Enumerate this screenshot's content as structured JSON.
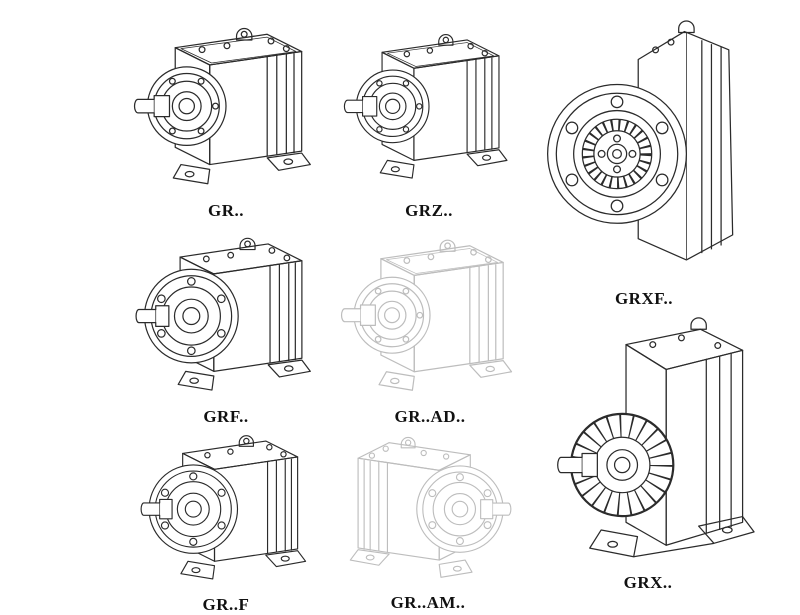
{
  "page": {
    "kind": "gear-reducer-catalog-line-drawings"
  },
  "colors": {
    "ink": "#2b2b2b",
    "faded": "#bdbdbd",
    "background": "#ffffff"
  },
  "models": {
    "gr": {
      "label": "GR.."
    },
    "grz": {
      "label": "GRZ.."
    },
    "grxf": {
      "label": "GRXF.."
    },
    "grf": {
      "label": "GRF.."
    },
    "ad": {
      "label": "GR..AD.."
    },
    "grx": {
      "label": "GRX.."
    },
    "grf_foot": {
      "label": "GR..F"
    },
    "am": {
      "label": "GR..AM.."
    }
  }
}
